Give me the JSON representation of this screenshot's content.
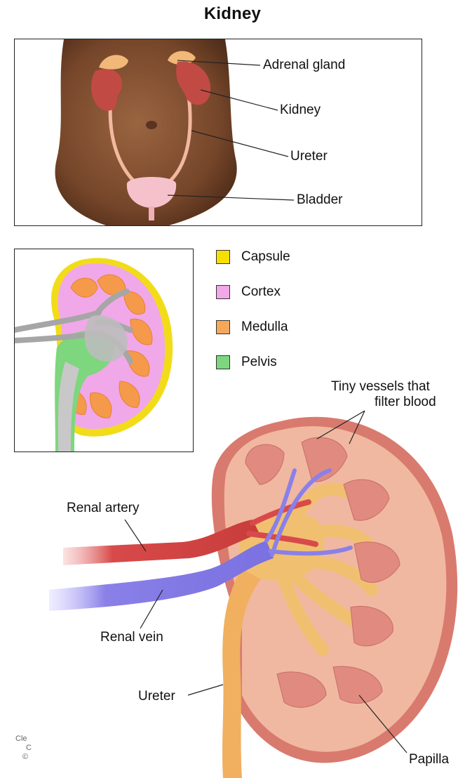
{
  "title": "Kidney",
  "body_labels": {
    "adrenal": "Adrenal gland",
    "kidney": "Kidney",
    "ureter": "Ureter",
    "bladder": "Bladder"
  },
  "legend": [
    {
      "label": "Capsule",
      "color": "#f5e000"
    },
    {
      "label": "Cortex",
      "color": "#f0a8e8"
    },
    {
      "label": "Medulla",
      "color": "#f5a85a"
    },
    {
      "label": "Pelvis",
      "color": "#7ed67e"
    }
  ],
  "detail_labels": {
    "vessels_line1": "Tiny vessels that",
    "vessels_line2": "filter blood",
    "renal_artery": "Renal artery",
    "renal_vein": "Renal vein",
    "ureter": "Ureter",
    "papilla": "Papilla"
  },
  "credit": [
    "Cle",
    "C",
    "©"
  ],
  "colors": {
    "skin": "#7a4a2c",
    "kidney": "#c8504a",
    "artery": "#d84a4a",
    "vein": "#8a80e8",
    "ureter": "#f0b060",
    "cortex": "#f0b8a0",
    "pyramid": "#e08a80"
  }
}
